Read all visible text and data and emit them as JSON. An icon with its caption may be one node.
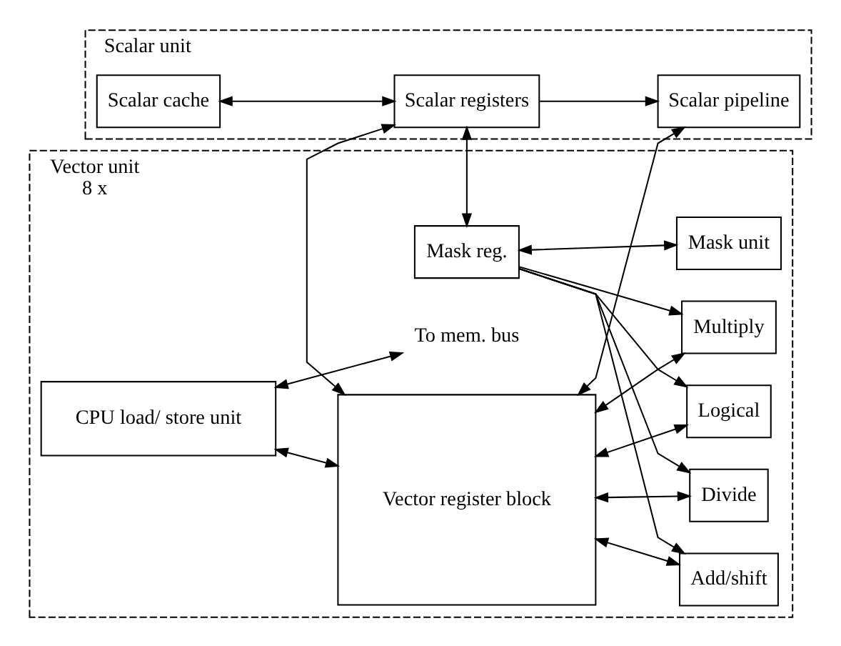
{
  "diagram": {
    "nodes": [
      {
        "text": [
          "Vector unit",
          "8 x"
        ]
      },
      {
        "text": [
          "Mask reg."
        ],
        "in": 0
      },
      {
        "text": [
          "Mask unit"
        ],
        "in": 0
      },
      {
        "text": [
          "Logical"
        ],
        "in": 0
      },
      {
        "text": [
          "Multiply"
        ],
        "in": 0
      },
      {
        "text": [
          "Add/shift"
        ],
        "in": 0
      },
      {
        "text": [
          "Divide"
        ],
        "in": 0
      },
      {
        "text": [
          "CPU load/ store unit"
        ],
        "in": 0
      },
      {
        "text": [
          "Vector register block"
        ],
        "in": 0
      },
      {
        "text": [
          "To mem. bus"
        ],
        "in": 0
      },
      {
        "text": [
          "Scalar unit"
        ]
      },
      {
        "text": [
          "Scalar cache"
        ],
        "in": 10
      },
      {
        "text": [
          "Scalar registers"
        ],
        "in": 10
      },
      {
        "text": [
          "Scalar pipeline"
        ],
        "in": 10
      }
    ],
    "edges": [
      {
        "from": 1,
        "to": 12,
        "arrow": "both"
      },
      {
        "from": 1,
        "to": 2,
        "arrow": "both"
      },
      {
        "from": 1,
        "to": 3,
        "arrow": "to"
      },
      {
        "from": 1,
        "to": 4,
        "arrow": "to"
      },
      {
        "from": 1,
        "to": 5,
        "arrow": "to"
      },
      {
        "from": 1,
        "to": 6,
        "arrow": "to"
      },
      {
        "from": 7,
        "to": 8,
        "arrow": "both"
      },
      {
        "from": 8,
        "to": 3,
        "arrow": "both"
      },
      {
        "from": 8,
        "to": 4,
        "arrow": "both"
      },
      {
        "from": 8,
        "to": 5,
        "arrow": "both"
      },
      {
        "from": 8,
        "to": 6,
        "arrow": "both"
      },
      {
        "from": 7,
        "to": 9,
        "arrow": "both"
      },
      {
        "from": 8,
        "to": 12,
        "arrow": "both"
      },
      {
        "from": 8,
        "to": 13,
        "arrow": "both"
      },
      {
        "from": 11,
        "to": 12,
        "arrow": "both"
      },
      {
        "from": 12,
        "to": 13,
        "arrow": "to"
      }
    ]
  }
}
